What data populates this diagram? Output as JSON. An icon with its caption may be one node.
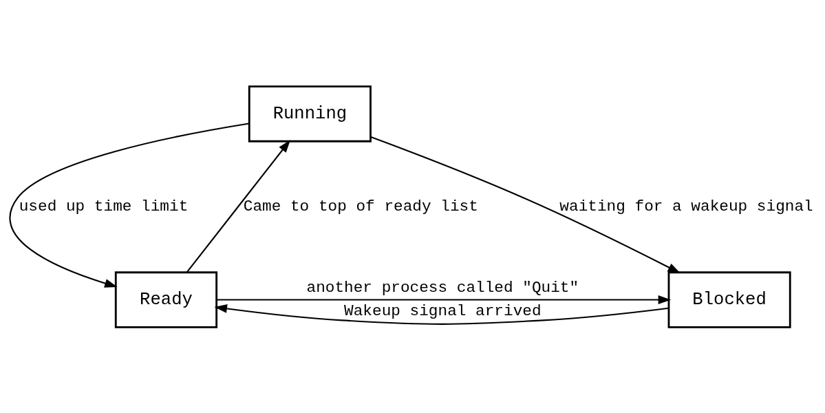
{
  "diagram": {
    "nodes": [
      {
        "text": [
          "Running"
        ]
      },
      {
        "text": [
          "Ready"
        ]
      },
      {
        "text": [
          "Blocked"
        ]
      }
    ],
    "edges": [
      {
        "from": 1,
        "to": 0,
        "arrow": "to",
        "label": "Came to top of ready list"
      },
      {
        "from": 0,
        "to": 1,
        "arrow": "to",
        "label": "used up time limit"
      },
      {
        "from": 0,
        "to": 2,
        "arrow": "to",
        "label": "waiting for a wakeup signal"
      },
      {
        "from": 1,
        "to": 2,
        "arrow": "to",
        "label": "another process called \"Quit\""
      },
      {
        "from": 2,
        "to": 1,
        "arrow": "to",
        "label": "Wakeup signal arrived"
      }
    ]
  }
}
